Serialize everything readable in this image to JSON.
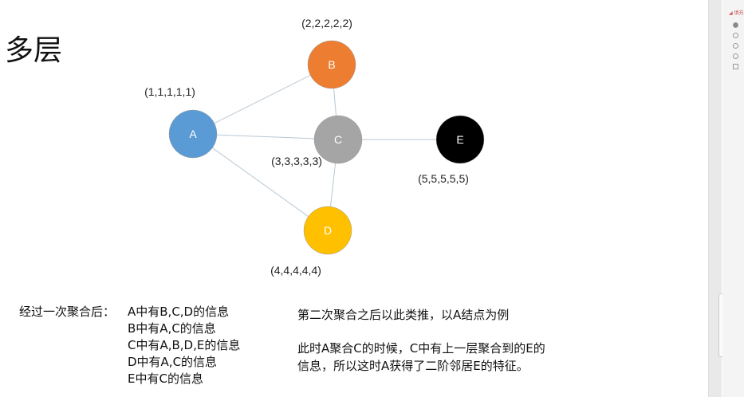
{
  "title": "多层",
  "nodes": [
    {
      "id": "A",
      "label": "A",
      "vector": "(1,1,1,1,1)",
      "color": "#5b9bd5"
    },
    {
      "id": "B",
      "label": "B",
      "vector": "(2,2,2,2,2)",
      "color": "#ed7d31"
    },
    {
      "id": "C",
      "label": "C",
      "vector": "(3,3,3,3,3)",
      "color": "#a5a5a5"
    },
    {
      "id": "D",
      "label": "D",
      "vector": "(4,4,4,4,4)",
      "color": "#ffc000"
    },
    {
      "id": "E",
      "label": "E",
      "vector": "(5,5,5,5,5)",
      "color": "#000000"
    }
  ],
  "edges": [
    [
      "A",
      "B"
    ],
    [
      "A",
      "C"
    ],
    [
      "A",
      "D"
    ],
    [
      "B",
      "C"
    ],
    [
      "C",
      "E"
    ],
    [
      "C",
      "D"
    ]
  ],
  "left_text": {
    "prefix": "经过一次聚合后：",
    "lines": [
      "A中有B,C,D的信息",
      "B中有A,C的信息",
      "C中有A,B,D,E的信息",
      "D中有A,C的信息",
      "E中有C的信息"
    ]
  },
  "right_text": {
    "line1": "第二次聚合之后以此类推，以A结点为例",
    "line2": "此时A聚合C的时候，C中有上一层聚合到的E的",
    "line3": "信息，所以这时A获得了二阶邻居E的特征。"
  },
  "panel": {
    "header": "◢ 填充"
  }
}
